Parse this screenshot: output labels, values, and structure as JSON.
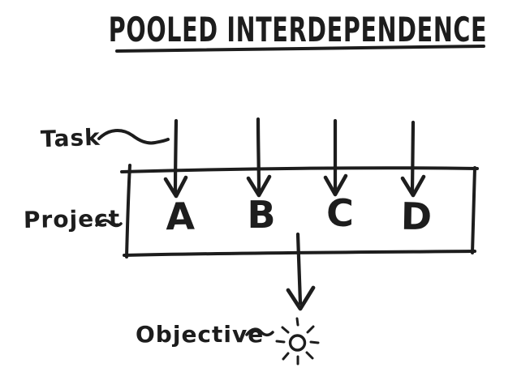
{
  "title": "POOLED INTERDEPENDENCE",
  "diagram": {
    "task_label": "Task",
    "project_label": "Project",
    "objective_label": "Objective",
    "tasks": [
      "A",
      "B",
      "C",
      "D"
    ],
    "objective_icon": "sun-icon"
  },
  "colors": {
    "ink": "#1d1d1d",
    "background": "#ffffff"
  }
}
